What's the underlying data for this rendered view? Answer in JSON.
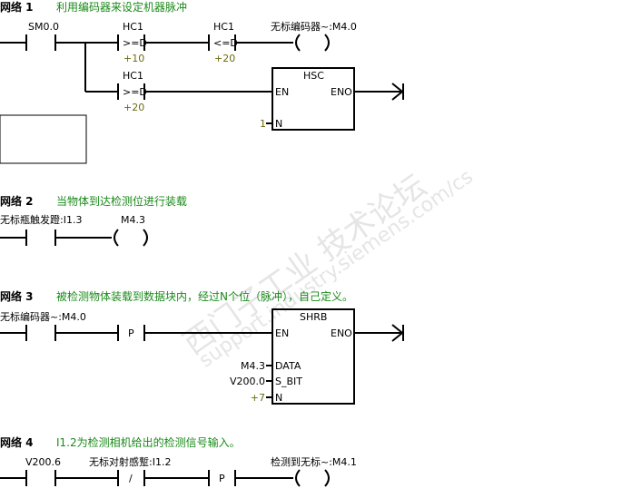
{
  "watermark": {
    "line1": "西门子工业  技术论坛",
    "line2": "support.industry.siemens.com/cs"
  },
  "networks": [
    {
      "title": "网络 1",
      "comment": "利用编码器来设定机器脉冲",
      "contact1": "SM0.0",
      "cmp1": {
        "op": "HC1",
        "type": ">=D",
        "val": "+10"
      },
      "cmp2": {
        "op": "HC1",
        "type": "<=D",
        "val": "+20"
      },
      "coil": "无标编码器~:M4.0",
      "cmp3": {
        "op": "HC1",
        "type": ">=D",
        "val": "+20"
      },
      "box": {
        "name": "HSC",
        "en": "EN",
        "eno": "ENO",
        "n_label": "N",
        "n_val": "1"
      }
    },
    {
      "title": "网络 2",
      "comment": "当物体到达检测位进行装载",
      "contact1": "无标瓶触发蹬:I1.3",
      "coil": "M4.3"
    },
    {
      "title": "网络 3",
      "comment": "被检测物体装载到数据块内，经过N个位（脉冲），自己定义。",
      "contact1": "无标编码器~:M4.0",
      "edge": "P",
      "box": {
        "name": "SHRB",
        "en": "EN",
        "eno": "ENO",
        "data_label": "DATA",
        "data_val": "M4.3",
        "sbit_label": "S_BIT",
        "sbit_val": "V200.0",
        "n_label": "N",
        "n_val": "+7"
      }
    },
    {
      "title": "网络 4",
      "comment": "I1.2为检测相机给出的检测信号输入。",
      "contact1": "V200.6",
      "contact2": "无标对射感蹔:I1.2",
      "contact2_type": "/",
      "edge": "P",
      "coil": "检测到无标~:M4.1"
    }
  ]
}
